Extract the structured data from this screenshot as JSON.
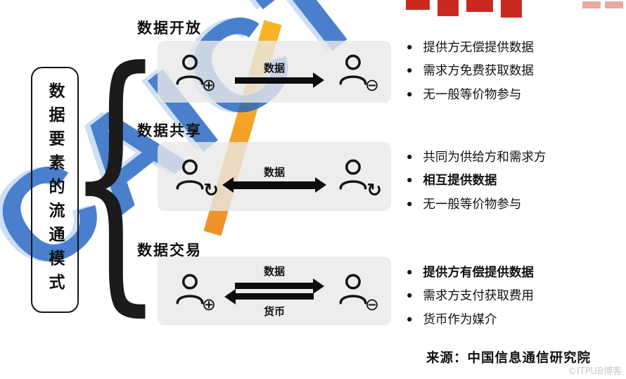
{
  "watermarks": {
    "caict": "CAICT",
    "footer": "©ITPUB博客"
  },
  "decorations": {
    "brace": "{"
  },
  "left_label": "数据要素的流通模式",
  "icon_glyphs": {
    "provider": "⊕",
    "receiver": "⊖",
    "exchange": "↻"
  },
  "source": "来源：中国信息通信研究院",
  "modes": [
    {
      "title": "数据开放",
      "box": {
        "top_label": "数据"
      },
      "bullets": [
        {
          "text": "提供方无偿提供数据",
          "bold": false
        },
        {
          "text": "需求方免费获取数据",
          "bold": false
        },
        {
          "text": "无一般等价物参与",
          "bold": false
        }
      ]
    },
    {
      "title": "数据共享",
      "box": {
        "top_label": "数据"
      },
      "bullets": [
        {
          "text": "共同为供给方和需求方",
          "bold": false
        },
        {
          "text": "相互提供数据",
          "bold": true
        },
        {
          "text": "无一般等价物参与",
          "bold": false
        }
      ]
    },
    {
      "title": "数据交易",
      "box": {
        "top_label": "数据",
        "bottom_label": "货币"
      },
      "bullets": [
        {
          "text": "提供方有偿提供数据",
          "bold": true
        },
        {
          "text": "需求方支付获取费用",
          "bold": false
        },
        {
          "text": "货币作为媒介",
          "bold": false
        }
      ]
    }
  ]
}
